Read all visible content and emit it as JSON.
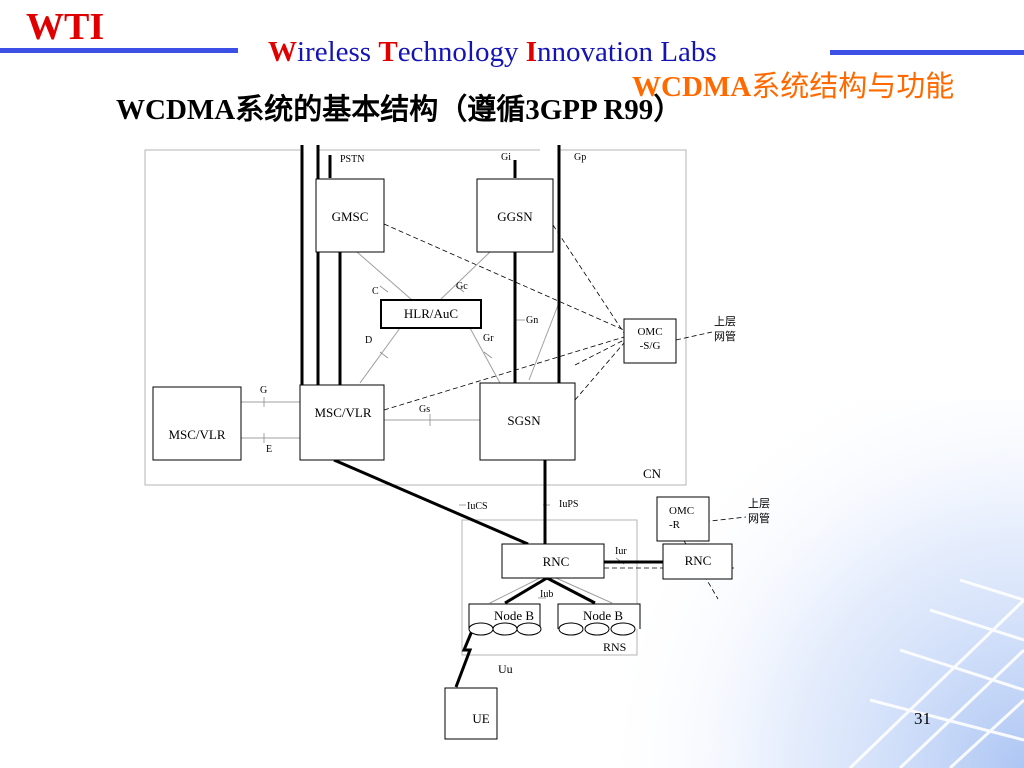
{
  "header": {
    "logo": "WTI",
    "subtitle": {
      "w_cap": "W",
      "w_rest": "ireless ",
      "t_cap": "T",
      "t_rest": "echnology ",
      "i_cap": "I",
      "i_rest": "nnovation Labs"
    },
    "section_latin": "WCDMA",
    "section_cjk": "系统结构与功能"
  },
  "heading": {
    "latin": "WCDMA",
    "cjk": "系统的基本结构（遵循",
    "latin2": "3GPP R99",
    "close": "）"
  },
  "diagram": {
    "nodes": {
      "gmsc": "GMSC",
      "ggsn": "GGSN",
      "hlr": "HLR/AuC",
      "msc_left": "MSC/VLR",
      "msc_center": "MSC/VLR",
      "sgsn": "SGSN",
      "omc_sg_line1": "OMC",
      "omc_sg_line2": "-S/G",
      "omc_r_line1": "OMC",
      "omc_r_line2": "-R",
      "rnc_main": "RNC",
      "rnc_right": "RNC",
      "nodeb_1": "Node B",
      "nodeb_2": "Node B",
      "ue": "UE"
    },
    "interfaces": {
      "pstn": "PSTN",
      "gi": "Gi",
      "gp": "Gp",
      "c": "C",
      "gc": "Gc",
      "gn": "Gn",
      "d": "D",
      "gr": "Gr",
      "g": "G",
      "e": "E",
      "gs": "Gs",
      "iucs": "IuCS",
      "iups": "IuPS",
      "iur": "Iur",
      "iub": "Iub",
      "uu": "Uu"
    },
    "areas": {
      "cn": "CN",
      "rns": "RNS"
    },
    "upper_mgmt": {
      "line1": "上层",
      "line2": "网管"
    }
  },
  "footer": {
    "page_number": "31"
  },
  "colors": {
    "brand_red": "#e00000",
    "brand_blue": "#1414b4",
    "accent_orange": "#ff6a00",
    "rule_blue": "#3c50e6"
  }
}
